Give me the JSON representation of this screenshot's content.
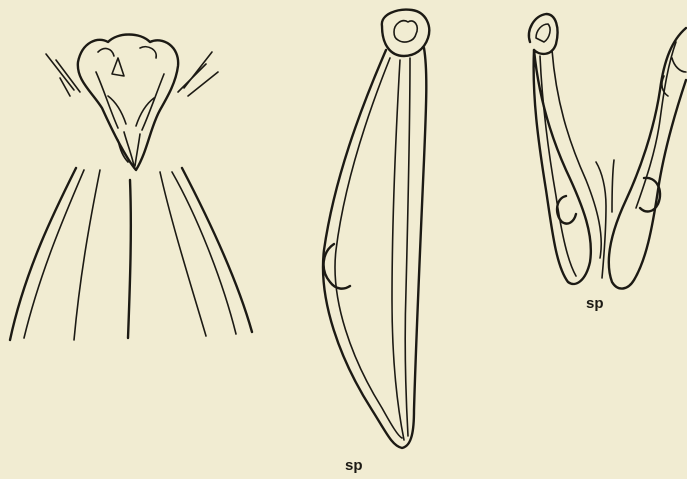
{
  "figure": {
    "labels": {
      "spicule_middle": "sp",
      "spicule_right": "sp"
    },
    "colors": {
      "paper": "#f1ecd2",
      "ink": "#1c1a14"
    },
    "panels": [
      {
        "name": "anterior-end-illustration"
      },
      {
        "name": "spicule-lateral-illustration"
      },
      {
        "name": "spicule-pair-illustration"
      }
    ]
  }
}
